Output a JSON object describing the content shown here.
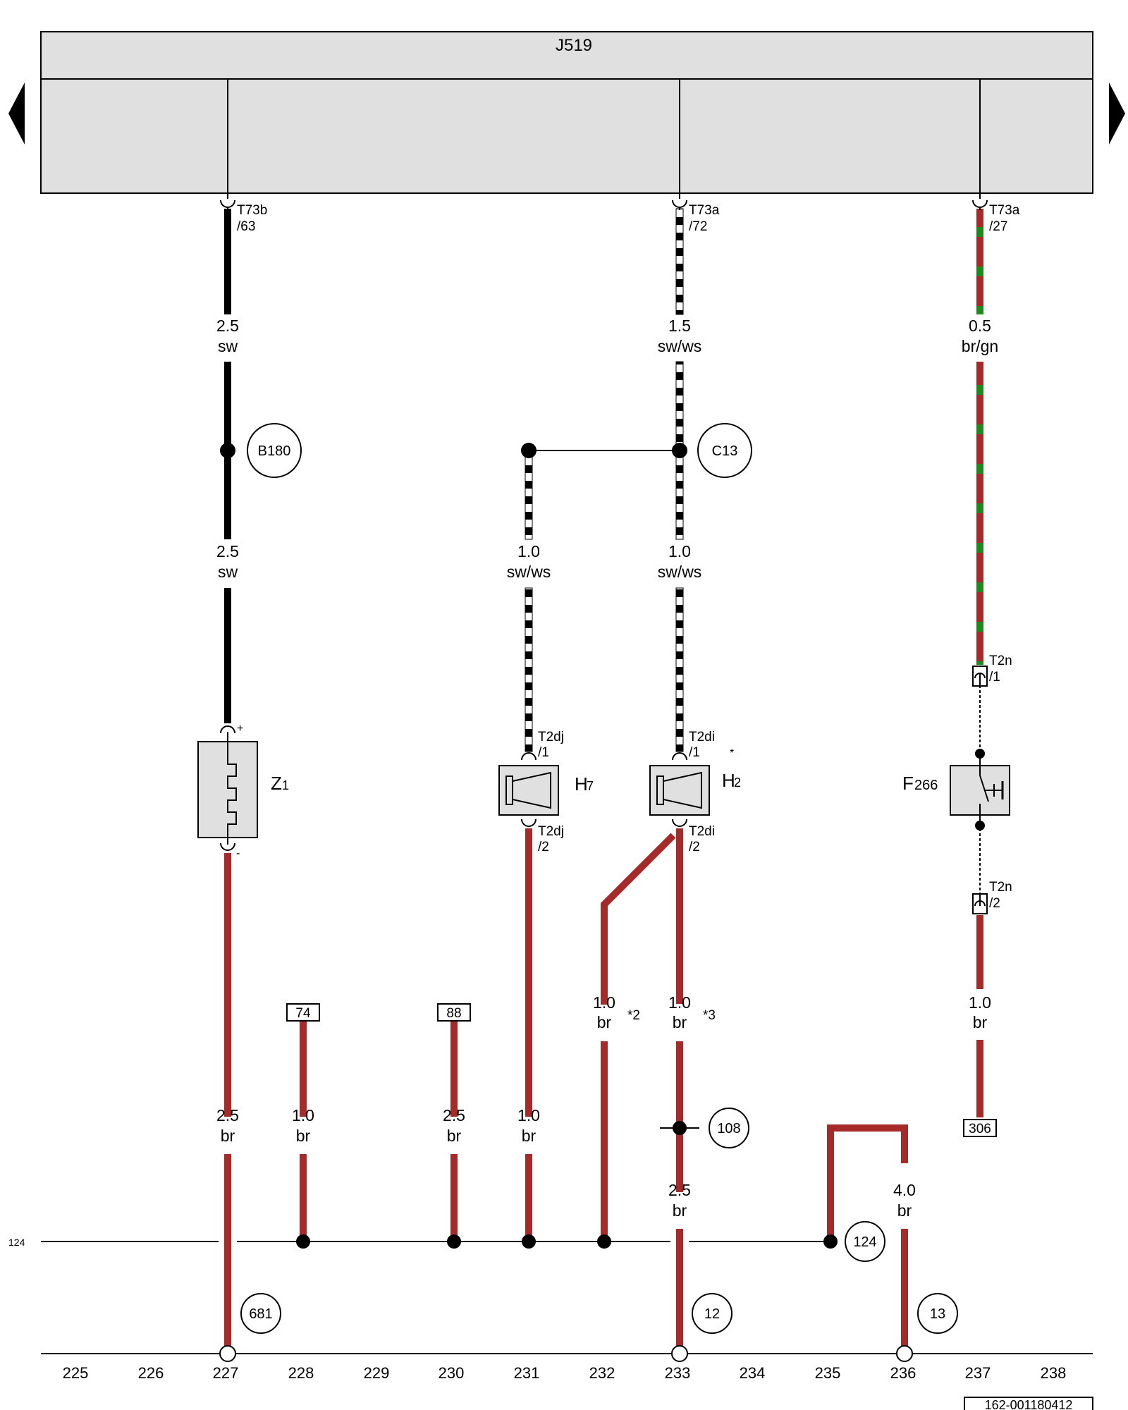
{
  "module": {
    "name": "J519",
    "fill": "#e0e0e0"
  },
  "colors": {
    "red": "#a52a2a",
    "green": "#1e8a1e",
    "black": "#000000",
    "white": "#ffffff"
  },
  "terminals": [
    {
      "id": "t63",
      "line1": "T73b",
      "line2": "/63"
    },
    {
      "id": "t72",
      "line1": "T73a",
      "line2": "/72"
    },
    {
      "id": "t27",
      "line1": "T73a",
      "line2": "/27"
    }
  ],
  "wire_labels": [
    {
      "id": "w1",
      "size": "2.5",
      "color": "sw"
    },
    {
      "id": "w2",
      "size": "1.5",
      "color": "sw/ws"
    },
    {
      "id": "w3",
      "size": "0.5",
      "color": "br/gn"
    },
    {
      "id": "w4",
      "size": "2.5",
      "color": "sw"
    },
    {
      "id": "w5",
      "size": "1.0",
      "color": "sw/ws"
    },
    {
      "id": "w6",
      "size": "1.0",
      "color": "sw/ws"
    },
    {
      "id": "w7",
      "size": "1.0",
      "color": "br"
    },
    {
      "id": "w8",
      "size": "1.0",
      "color": "br"
    },
    {
      "id": "w9",
      "size": "1.0",
      "color": "br"
    },
    {
      "id": "w10",
      "size": "2.5",
      "color": "br"
    },
    {
      "id": "w11",
      "size": "1.0",
      "color": "br"
    },
    {
      "id": "w12",
      "size": "2.5",
      "color": "br"
    },
    {
      "id": "w13",
      "size": "1.0",
      "color": "br"
    },
    {
      "id": "w14",
      "size": "2.5",
      "color": "br"
    },
    {
      "id": "w15",
      "size": "4.0",
      "color": "br"
    }
  ],
  "footnotes": [
    "*2",
    "*3",
    "*"
  ],
  "connections": [
    "B180",
    "C13",
    "108",
    "124",
    "681",
    "12",
    "13"
  ],
  "components": [
    {
      "id": "z1",
      "name": "Z1",
      "letter": "Z",
      "sub": "1"
    },
    {
      "id": "h7",
      "name": "H7",
      "letter": "H",
      "sub": "7"
    },
    {
      "id": "h2",
      "name": "H2",
      "letter": "H",
      "sub": "2"
    },
    {
      "id": "f266",
      "name": "F266",
      "letter": "F",
      "sub": "266"
    }
  ],
  "pins": [
    {
      "id": "t2dj1",
      "line1": "T2dj",
      "line2": "/1"
    },
    {
      "id": "t2dj2",
      "line1": "T2dj",
      "line2": "/2"
    },
    {
      "id": "t2di1",
      "line1": "T2di",
      "line2": "/1"
    },
    {
      "id": "t2di2",
      "line1": "T2di",
      "line2": "/2"
    },
    {
      "id": "t2n1",
      "line1": "T2n",
      "line2": "/1"
    },
    {
      "id": "t2n2",
      "line1": "T2n",
      "line2": "/2"
    }
  ],
  "polarity": {
    "plus": "+",
    "minus": "-"
  },
  "ref_tags": [
    "74",
    "88",
    "306"
  ],
  "ground_bus_label": "124",
  "column_numbers": [
    "225",
    "226",
    "227",
    "228",
    "229",
    "230",
    "231",
    "232",
    "233",
    "234",
    "235",
    "236",
    "237",
    "238"
  ],
  "document_id": "162-001180412"
}
